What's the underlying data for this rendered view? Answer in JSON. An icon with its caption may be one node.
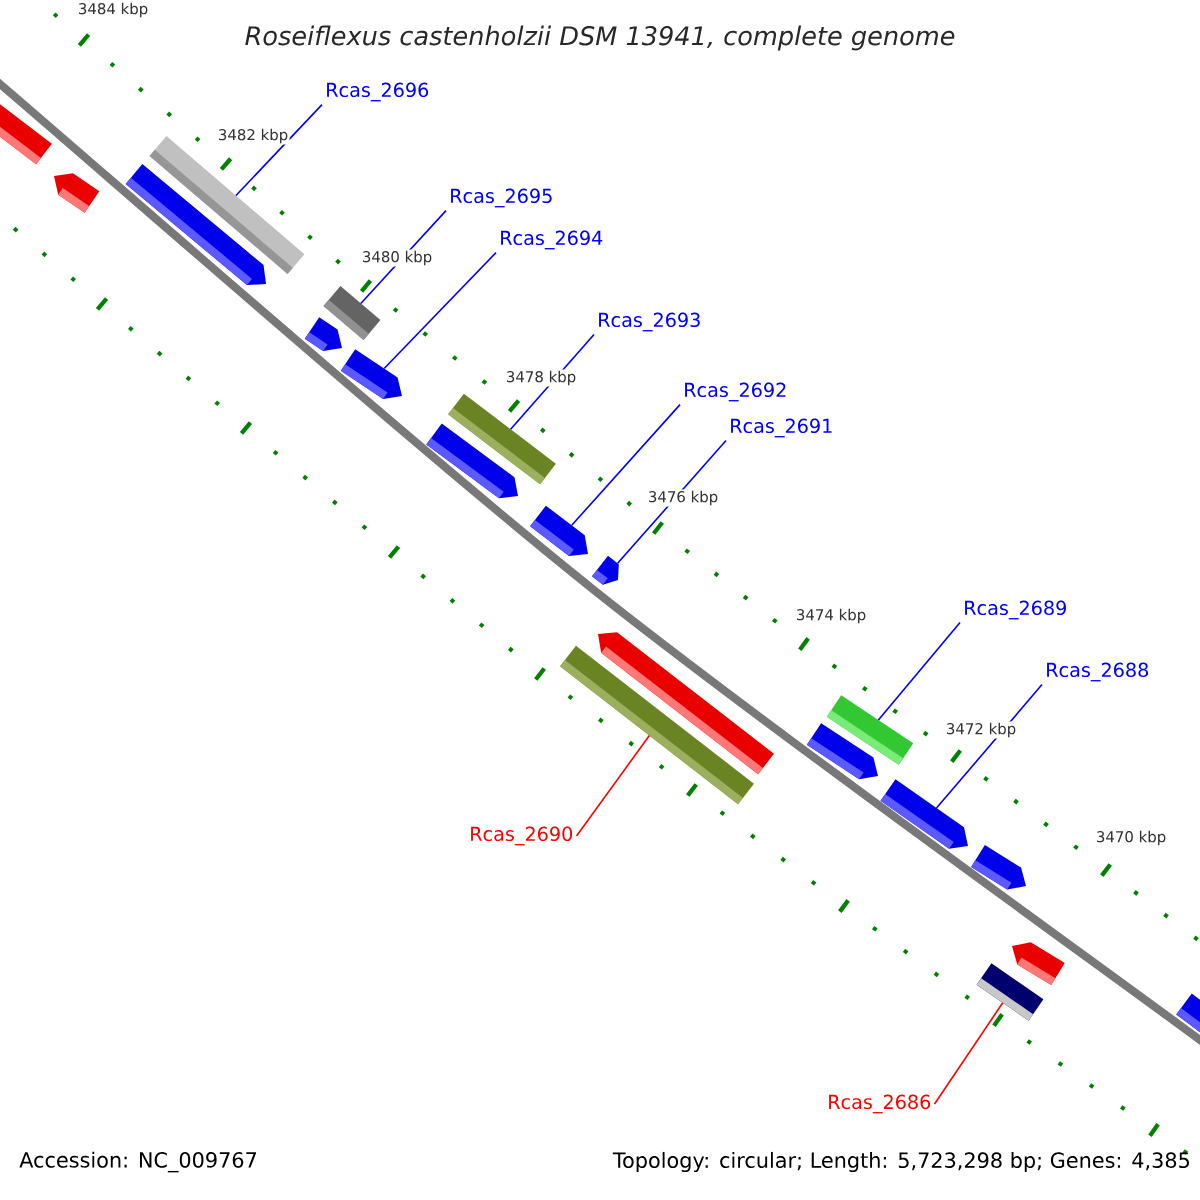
{
  "diagram": {
    "title": "Roseiflexus castenholzii DSM 13941, complete genome",
    "nodes": [
      {
        "text": [],
        "shape": "pentagon"
      },
      {
        "text": [],
        "shape": "pentagon"
      },
      {
        "text": [],
        "shape": "pentagon"
      },
      {
        "text": [],
        "shape": "bar"
      },
      {
        "text": [],
        "shape": "pentagon"
      },
      {
        "text": [],
        "shape": "bar"
      },
      {
        "text": [],
        "shape": "pentagon"
      },
      {
        "text": [],
        "shape": "pentagon"
      },
      {
        "text": [],
        "shape": "bar"
      },
      {
        "text": [],
        "shape": "pentagon"
      },
      {
        "text": [],
        "shape": "pentagon"
      },
      {
        "text": [],
        "shape": "pentagon"
      },
      {
        "text": [],
        "shape": "bar"
      },
      {
        "text": [],
        "shape": "pentagon"
      },
      {
        "text": [],
        "shape": "bar"
      },
      {
        "text": [],
        "shape": "pentagon"
      },
      {
        "text": [],
        "shape": "pentagon"
      },
      {
        "text": [],
        "shape": "pentagon"
      },
      {
        "text": [],
        "shape": "bar"
      },
      {
        "text": [],
        "shape": "pentagon"
      },
      {
        "text": [
          "Rcas_2696"
        ]
      },
      {
        "text": [
          "Rcas_2695"
        ]
      },
      {
        "text": [
          "Rcas_2694"
        ]
      },
      {
        "text": [
          "Rcas_2693"
        ]
      },
      {
        "text": [
          "Rcas_2692"
        ]
      },
      {
        "text": [
          "Rcas_2691"
        ]
      },
      {
        "text": [
          "Rcas_2689"
        ]
      },
      {
        "text": [
          "Rcas_2688"
        ]
      },
      {
        "text": [
          "Rcas_2690"
        ]
      },
      {
        "text": [
          "Rcas_2686"
        ]
      }
    ],
    "edges": [
      {
        "from": 20,
        "to": 3,
        "arrow": "none"
      },
      {
        "from": 21,
        "to": 5,
        "arrow": "none"
      },
      {
        "from": 22,
        "to": 6,
        "arrow": "none"
      },
      {
        "from": 23,
        "to": 8,
        "arrow": "none"
      },
      {
        "from": 24,
        "to": 9,
        "arrow": "none"
      },
      {
        "from": 25,
        "to": 10,
        "arrow": "none"
      },
      {
        "from": 26,
        "to": 14,
        "arrow": "none"
      },
      {
        "from": 27,
        "to": 15,
        "arrow": "none"
      },
      {
        "from": 28,
        "to": 12,
        "arrow": "none",
        "color": "#ff0000"
      },
      {
        "from": 29,
        "to": 18,
        "arrow": "none",
        "color": "#ff0000"
      }
    ],
    "labels": [
      "3484 kbp",
      "3482 kbp",
      "3480 kbp",
      "3478 kbp",
      "3476 kbp",
      "3474 kbp",
      "3472 kbp",
      "3470 kbp",
      "Accession: NC_009767",
      "Topology: circular; Length: 5,723,298 bp; Genes: 4,385"
    ]
  }
}
